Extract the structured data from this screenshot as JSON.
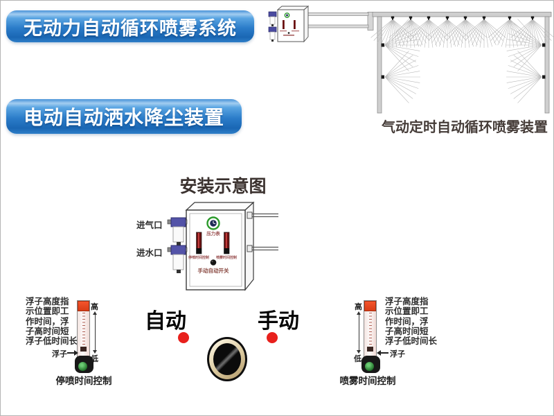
{
  "header": {
    "title1": "无动力自动循环喷雾系统",
    "title2": "电动自动洒水降尘装置"
  },
  "pneumatic": {
    "caption": "气动定时自动循环喷雾装置"
  },
  "installation": {
    "title": "安装示意图",
    "air_inlet": "进气口",
    "water_inlet": "进水口",
    "pressure_gauge": "压力表",
    "stop_spray_time": "停喷时间控制",
    "spray_time": "喷雾时间控制",
    "manual_auto_switch": "手动自动开关"
  },
  "mode": {
    "auto": "自动",
    "manual": "手动"
  },
  "flowmeter": {
    "high": "高",
    "low": "低",
    "float": "浮子",
    "note_lines": [
      "浮子高度指",
      "示位置即工",
      "作时间，浮",
      "子高时间短",
      "浮子低时间长"
    ],
    "left_caption": "停喷时间控制",
    "right_caption": "喷雾时间控制"
  },
  "colors": {
    "button_blue_dark": "#1a67b4",
    "button_blue_light": "#a3cdf0",
    "indicator_red": "#e8201c",
    "gauge_green": "#2c9a2c",
    "flow_bar_red": "#6b1111",
    "flowmeter_cap_orange": "#e8491f",
    "filter_cap_blue": "#5353a8"
  }
}
